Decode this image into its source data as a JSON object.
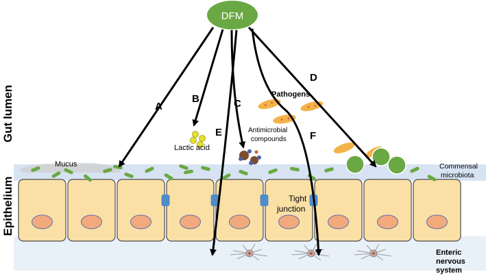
{
  "source": {
    "label": "DFM"
  },
  "regions": {
    "lumen": "Gut lumen",
    "epithelium": "Epithelium"
  },
  "pathways": [
    {
      "letter": "A"
    },
    {
      "letter": "B"
    },
    {
      "letter": "C"
    },
    {
      "letter": "D"
    },
    {
      "letter": "E"
    },
    {
      "letter": "F"
    }
  ],
  "annotations": {
    "pathogens": "Pathogens",
    "lactic_acid": "Lactic acid",
    "antimicrobial_1": "Antimicrobial",
    "antimicrobial_2": "compounds",
    "mucus": "Mucus",
    "tight_1": "Tight",
    "tight_2": "junction",
    "commensal_1": "Commensal",
    "commensal_2": "microbiota",
    "enteric_1": "Enteric",
    "enteric_2": "nervous",
    "enteric_3": "system"
  },
  "colors": {
    "dfm": "#6aa843",
    "cell_fill": "#fbe0a6",
    "cell_stroke": "#4b4b4b",
    "nucleus": "#f2a97b",
    "nucleus_stroke": "#5a6fb3",
    "mucus_band": "#d7e3f2",
    "bacteria": "#6aa843",
    "tight_junction": "#4f8cc9",
    "pathogen": "#f3b24a",
    "lactic": "#e6e02c"
  }
}
